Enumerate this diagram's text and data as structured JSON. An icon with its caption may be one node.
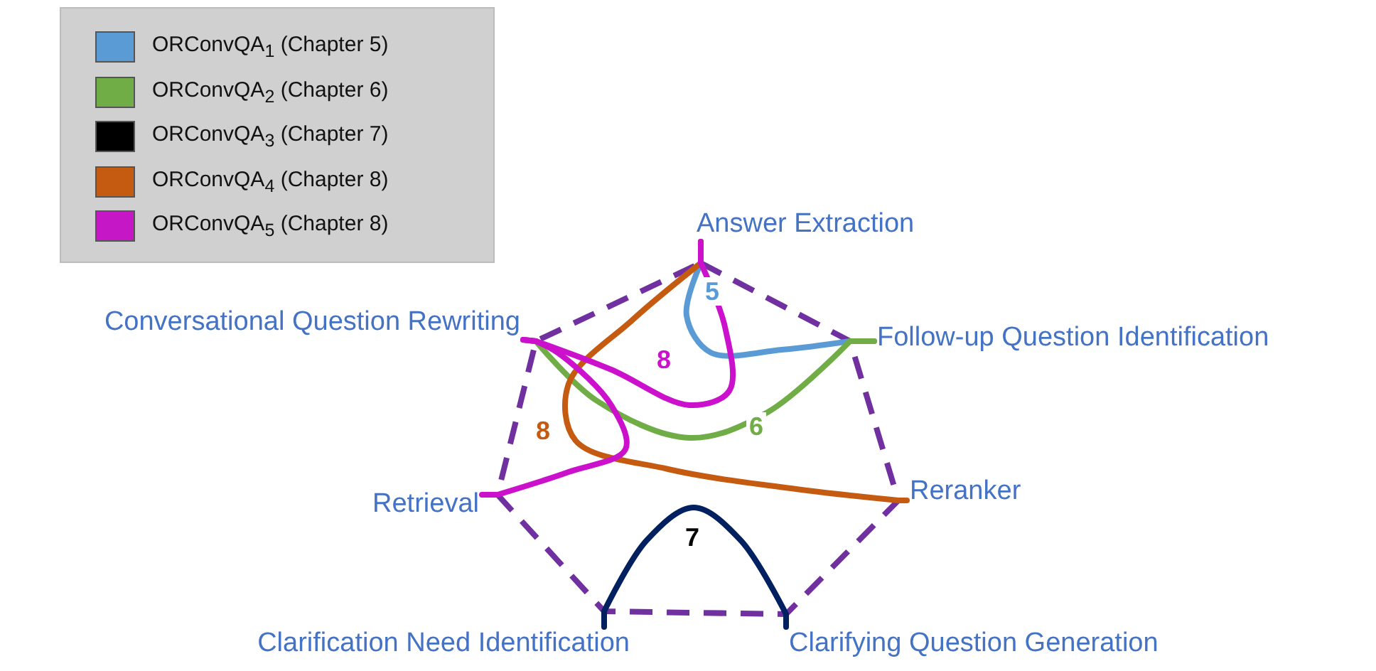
{
  "diagram": {
    "nodes": [
      {
        "text": [
          "Answer Extraction"
        ]
      },
      {
        "text": [
          "Conversational Question Rewriting"
        ]
      },
      {
        "text": [
          "Follow-up Question Identification"
        ]
      },
      {
        "text": [
          "Retrieval"
        ]
      },
      {
        "text": [
          "Reranker"
        ]
      },
      {
        "text": [
          "Clarification Need Identification"
        ]
      },
      {
        "text": [
          "Clarifying Question Generation"
        ]
      }
    ],
    "edges": [
      {
        "from": 0,
        "to": 2,
        "arrow": "none",
        "label": "5",
        "color": "#5b9bd5"
      },
      {
        "from": 1,
        "to": 2,
        "arrow": "none",
        "label": "6",
        "color": "#70ad47"
      },
      {
        "from": 5,
        "to": 6,
        "arrow": "none",
        "label": "7",
        "color": "#002060"
      },
      {
        "from": 0,
        "to": 4,
        "arrow": "none",
        "label": "8",
        "color": "#c55a11"
      },
      {
        "from": 3,
        "to": 1,
        "arrow": "none",
        "color": "#cc11cc"
      },
      {
        "from": 1,
        "to": 0,
        "arrow": "none",
        "label": "8",
        "color": "#cc11cc"
      }
    ],
    "legend": [
      {
        "text": "ORConvQA$_{1}$ (Chapter 5)",
        "color": "#5b9bd5"
      },
      {
        "text": "ORConvQA$_{2}$ (Chapter 6)",
        "color": "#70ad47"
      },
      {
        "text": "ORConvQA$_{3}$ (Chapter 7)",
        "color": "#000000"
      },
      {
        "text": "ORConvQA$_{4}$ (Chapter 8)",
        "color": "#c55a11"
      },
      {
        "text": "ORConvQA$_{5}$ (Chapter 8)",
        "color": "#c617c6"
      }
    ]
  }
}
